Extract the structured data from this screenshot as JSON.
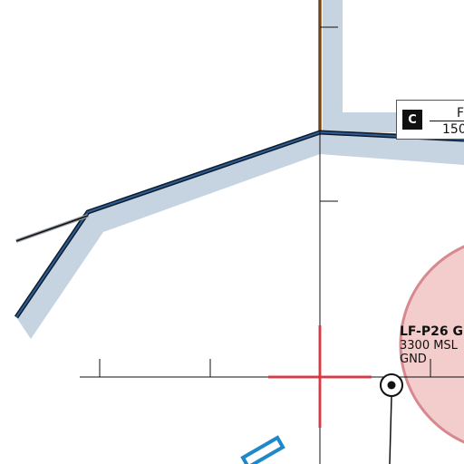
{
  "map": {
    "colors": {
      "background": "#ffffff",
      "airspace_fill_band": "#c6d3e0",
      "boundary_dark_blue": "#1f3f66",
      "tma_brown": "#b77a44",
      "danger_zone_fill": "#f3cccc",
      "danger_zone_stroke": "#d8888f",
      "crosshair_red": "#e0303c",
      "ruler_black": "#111111",
      "waypoint_blue": "#1e88c8"
    },
    "airspace_box": {
      "class_badge": "C",
      "top_text": "F",
      "bottom_text": "150"
    },
    "danger_zone": {
      "name": "LF-P26 G",
      "upper_limit": "3300 MSL",
      "lower_limit": "GND"
    },
    "icons": {
      "crosshair": "crosshair-icon",
      "navaid": "navaid-icon",
      "waypoint": "waypoint-icon"
    }
  }
}
